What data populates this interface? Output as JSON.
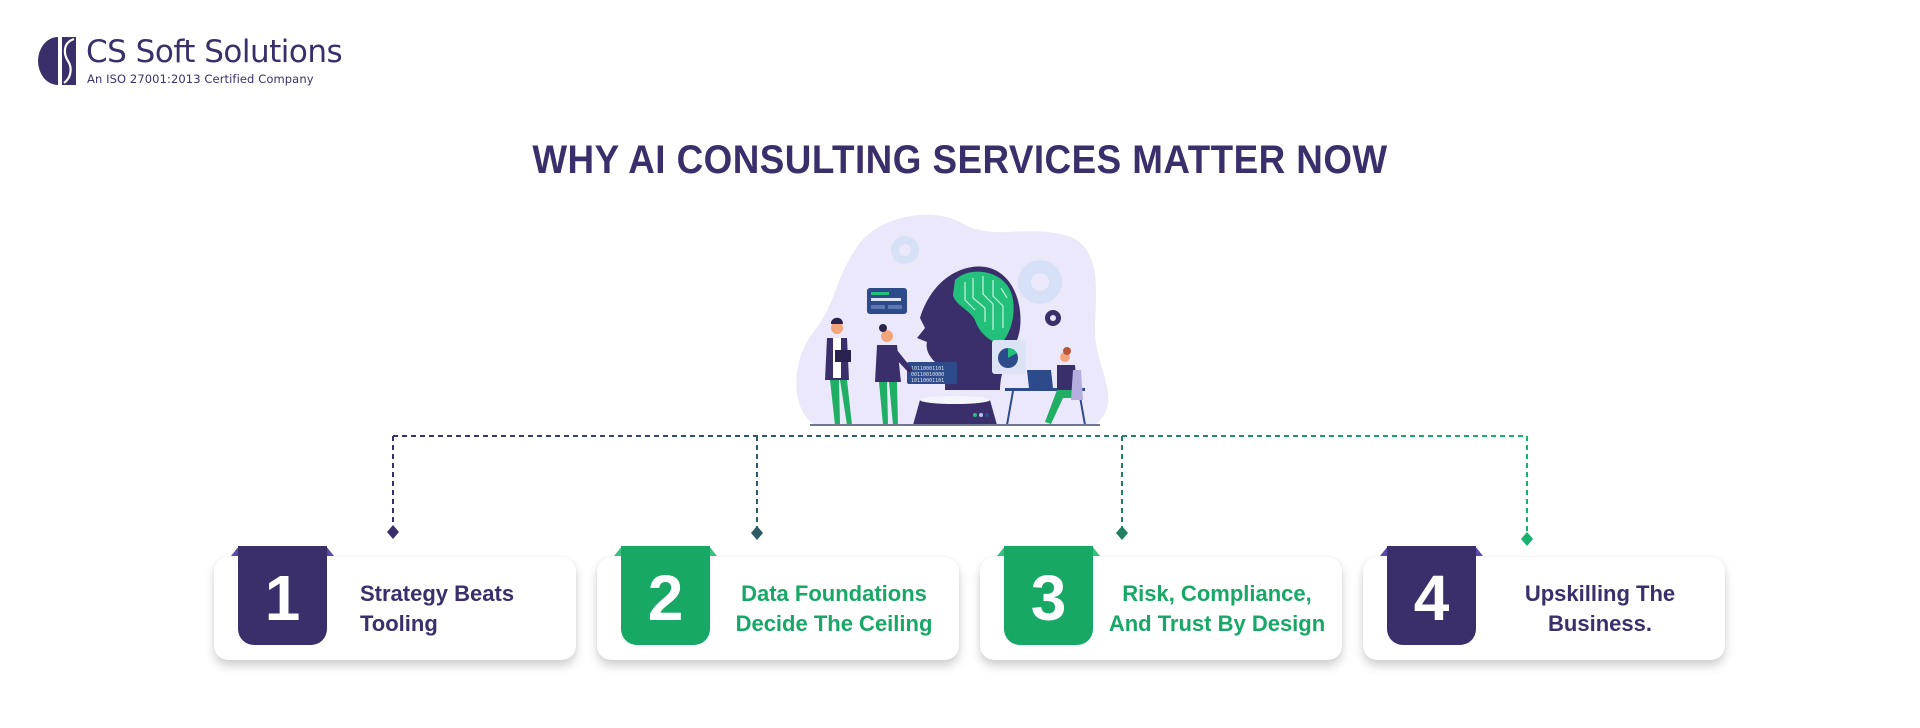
{
  "logo": {
    "name": "CS Soft Solutions",
    "tagline": "An ISO 27001:2013 Certified Company",
    "color": "#3b2f6b"
  },
  "title": "WHY AI CONSULTING SERVICES MATTER NOW",
  "illustration": {
    "description": "AI consulting team illustration: people around a large head with green circuit brain, gears, chart, and a desk workstation",
    "icons": [
      "ai-head-icon",
      "gear-icon",
      "pie-chart-icon",
      "binary-panel-icon",
      "progress-panel-icon",
      "laptop-icon"
    ]
  },
  "colors": {
    "primary_purple": "#3b2f6b",
    "accent_green": "#17a866",
    "connector_start": "#3b2f6b",
    "connector_end": "#17b26e"
  },
  "cards": [
    {
      "number": "1",
      "line1": "Strategy Beats",
      "line2": "Tooling",
      "theme": "purple"
    },
    {
      "number": "2",
      "line1": "Data Foundations",
      "line2": "Decide The Ceiling",
      "theme": "green"
    },
    {
      "number": "3",
      "line1": "Risk, Compliance,",
      "line2": "And Trust By Design",
      "theme": "green"
    },
    {
      "number": "4",
      "line1": "Upskilling The",
      "line2": "Business.",
      "theme": "purple"
    }
  ]
}
